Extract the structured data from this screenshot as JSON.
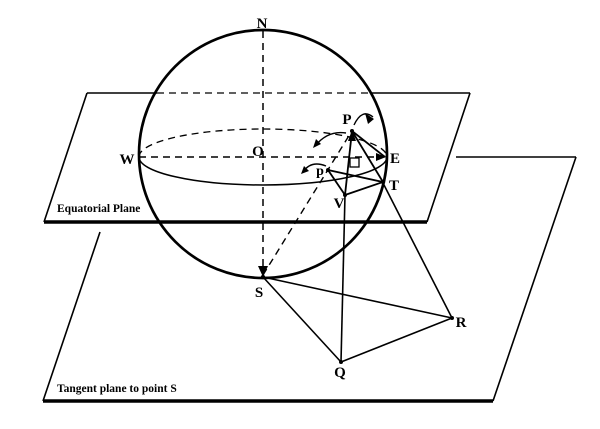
{
  "diagram": {
    "background_color": "#ffffff",
    "ink_color": "#000000",
    "point_labels": {
      "N": "N",
      "W": "W",
      "O": "O",
      "E": "E",
      "P": "P",
      "p": "p",
      "T": "T",
      "V": "V",
      "S": "S",
      "Q": "Q",
      "R": "R"
    },
    "plane_labels": {
      "equatorial": "Equatorial Plane",
      "tangent": "Tangent plane to point S"
    }
  }
}
